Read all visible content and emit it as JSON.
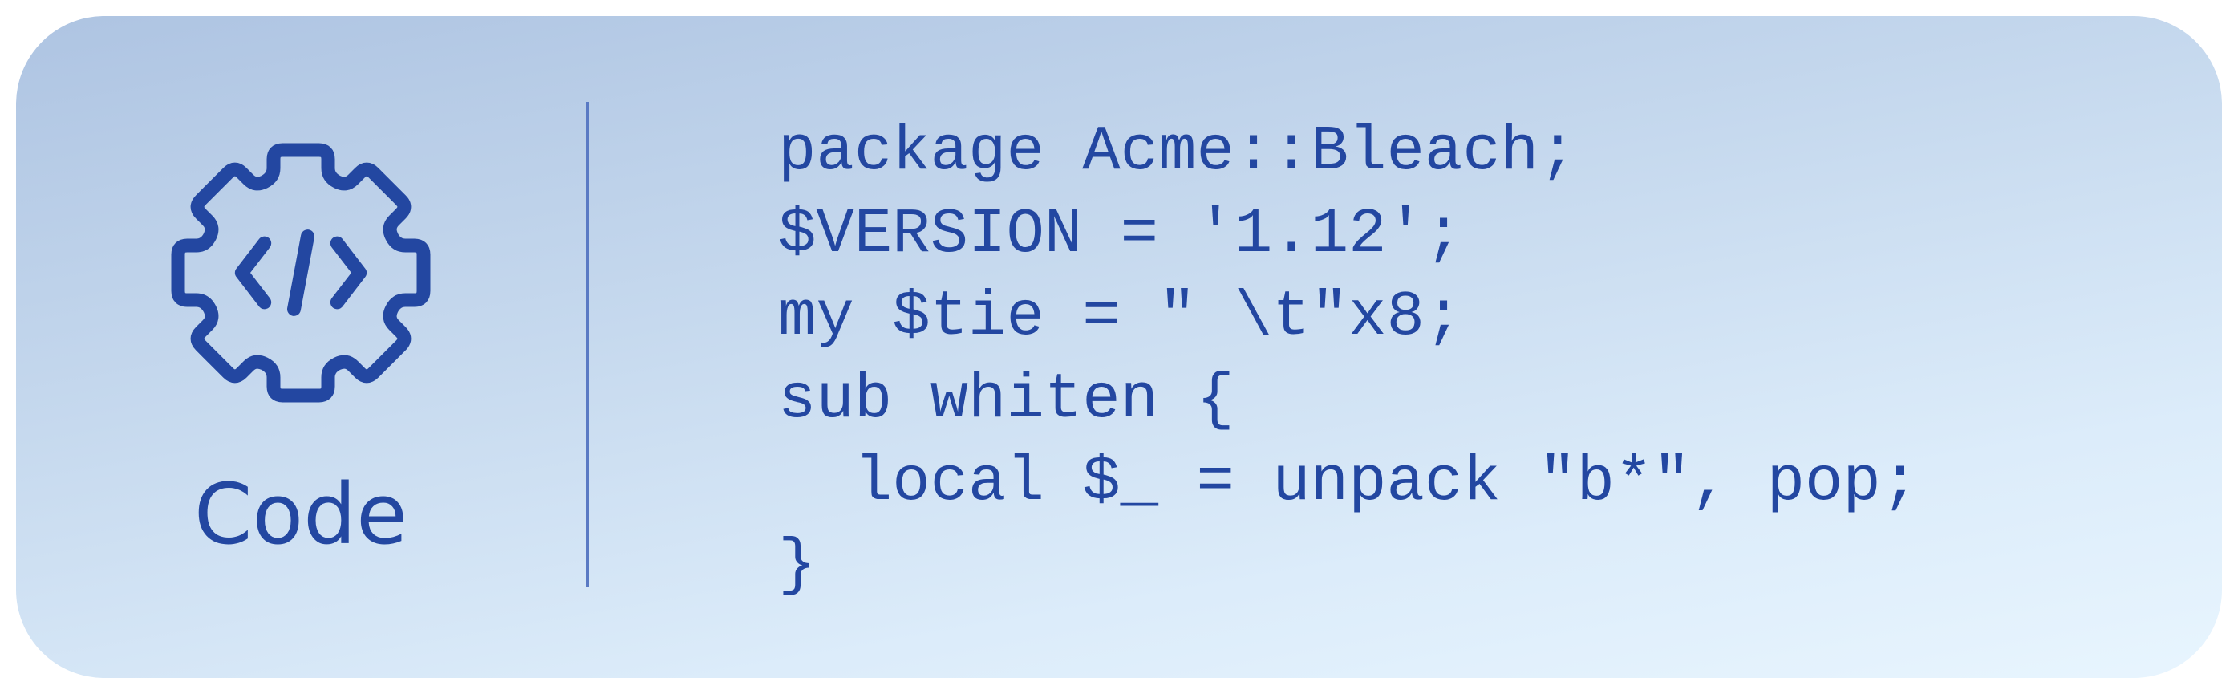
{
  "card": {
    "label": "Code",
    "icon": "gear-code-icon"
  },
  "code_lines": [
    "package Acme::Bleach;",
    "$VERSION = '1.12';",
    "my $tie = \" \\t\"x8;",
    "sub whiten {",
    "  local $_ = unpack \"b*\", pop;",
    "}"
  ],
  "colors": {
    "accent": "#2347a1",
    "divider": "#5a7ac4",
    "gradient_top": "#aec4e2",
    "gradient_bottom": "#e8f5fe"
  }
}
